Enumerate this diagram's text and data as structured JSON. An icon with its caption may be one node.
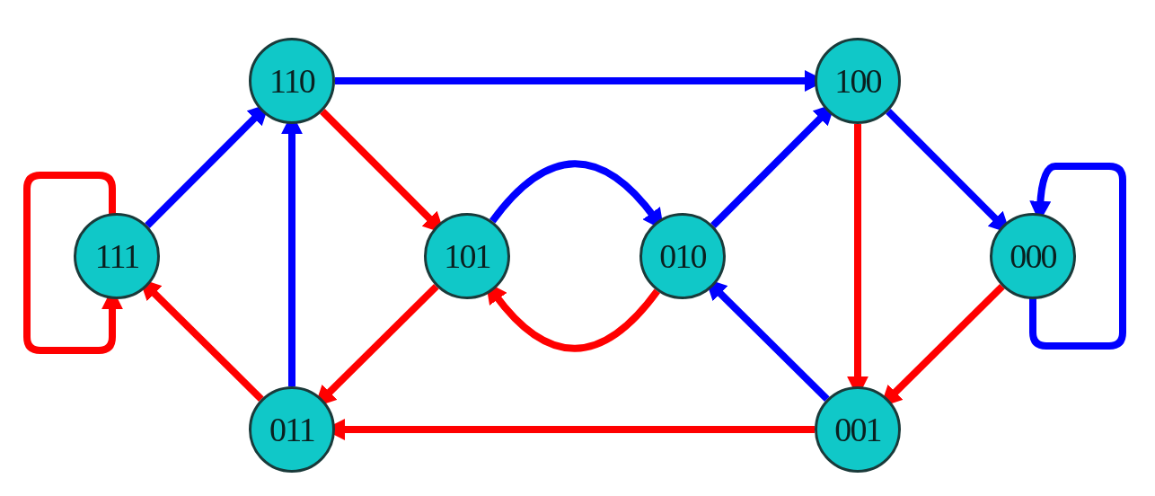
{
  "diagram": {
    "nodes": [
      {
        "text": [
          "110"
        ]
      },
      {
        "text": [
          "100"
        ]
      },
      {
        "text": [
          "111"
        ]
      },
      {
        "text": [
          "101"
        ]
      },
      {
        "text": [
          "010"
        ]
      },
      {
        "text": [
          "000"
        ]
      },
      {
        "text": [
          "011"
        ]
      },
      {
        "text": [
          "001"
        ]
      }
    ],
    "edges": [
      {
        "from": 0,
        "to": 1,
        "arrow": "to",
        "color": "#0000ff"
      },
      {
        "from": 2,
        "to": 0,
        "arrow": "to",
        "color": "#0000ff"
      },
      {
        "from": 2,
        "to": 2,
        "arrow": "to",
        "color": "#ff0000"
      },
      {
        "from": 6,
        "to": 0,
        "arrow": "to",
        "color": "#0000ff"
      },
      {
        "from": 0,
        "to": 3,
        "arrow": "to",
        "color": "#ff0000"
      },
      {
        "from": 3,
        "to": 4,
        "arrow": "to",
        "color": "#0000ff"
      },
      {
        "from": 4,
        "to": 3,
        "arrow": "to",
        "color": "#ff0000"
      },
      {
        "from": 4,
        "to": 1,
        "arrow": "to",
        "color": "#0000ff"
      },
      {
        "from": 1,
        "to": 5,
        "arrow": "to",
        "color": "#0000ff"
      },
      {
        "from": 5,
        "to": 5,
        "arrow": "to",
        "color": "#0000ff"
      },
      {
        "from": 1,
        "to": 7,
        "arrow": "to",
        "color": "#ff0000"
      },
      {
        "from": 5,
        "to": 7,
        "arrow": "to",
        "color": "#ff0000"
      },
      {
        "from": 7,
        "to": 4,
        "arrow": "to",
        "color": "#0000ff"
      },
      {
        "from": 7,
        "to": 6,
        "arrow": "to",
        "color": "#ff0000"
      },
      {
        "from": 3,
        "to": 6,
        "arrow": "to",
        "color": "#ff0000"
      },
      {
        "from": 6,
        "to": 2,
        "arrow": "to",
        "color": "#ff0000"
      }
    ]
  }
}
